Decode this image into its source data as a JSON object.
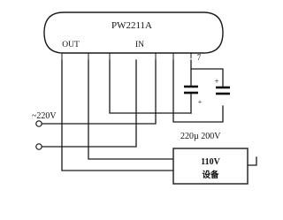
{
  "module": {
    "part_number": "PW2211A",
    "pin_out_label": "OUT",
    "pin_in_label": "IN",
    "pin_7_label": "7"
  },
  "input": {
    "voltage_label": "~220V"
  },
  "capacitor": {
    "value_label": "220µ 200V",
    "polarity_plus": "+",
    "polarity_minus": "+"
  },
  "load": {
    "line1": "110V",
    "line2": "设备"
  }
}
